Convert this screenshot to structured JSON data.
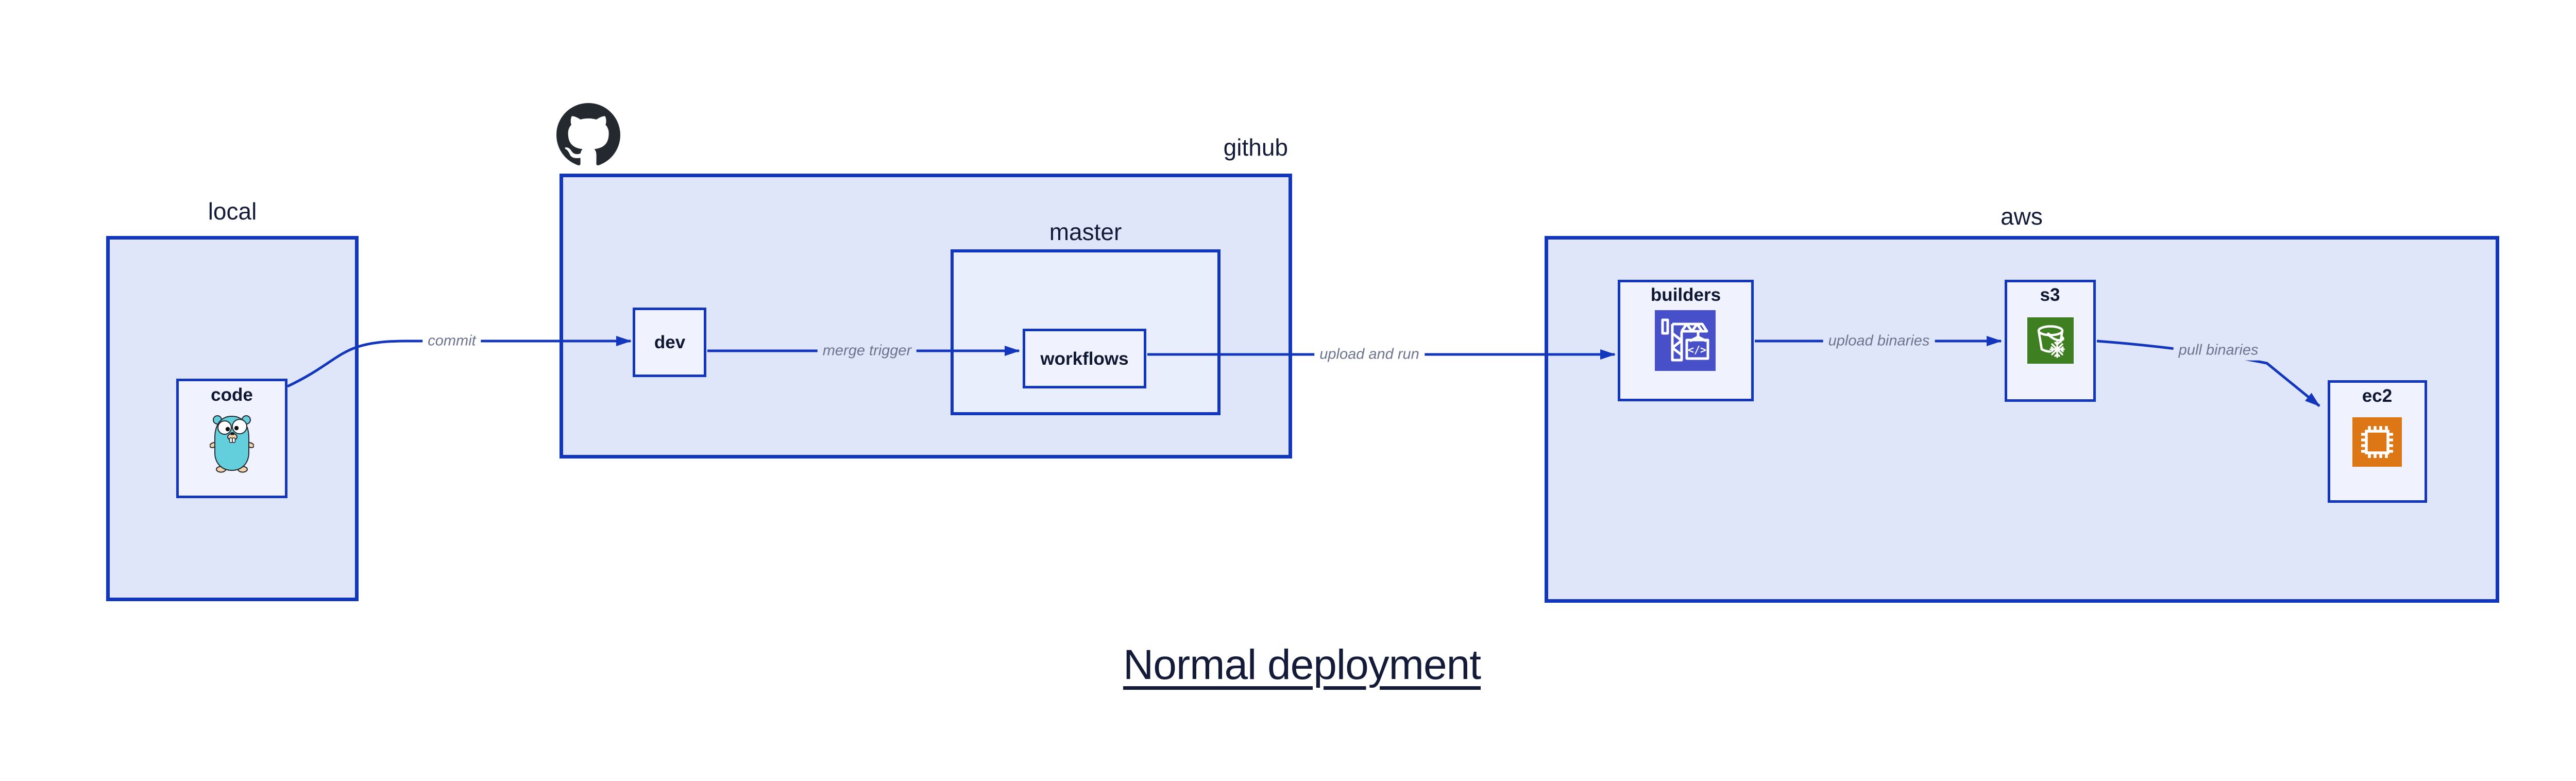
{
  "title": "Normal deployment",
  "containers": [
    {
      "id": "local",
      "label": "local"
    },
    {
      "id": "github",
      "label": "github"
    },
    {
      "id": "master",
      "label": "master"
    },
    {
      "id": "aws",
      "label": "aws"
    }
  ],
  "nodes": [
    {
      "id": "code",
      "label": "code",
      "icon": "go-gopher-icon"
    },
    {
      "id": "dev",
      "label": "dev",
      "icon": null
    },
    {
      "id": "workflows",
      "label": "workflows",
      "icon": null
    },
    {
      "id": "builders",
      "label": "builders",
      "icon": "aws-codebuild-icon"
    },
    {
      "id": "s3",
      "label": "s3",
      "icon": "aws-s3-bucket-icon"
    },
    {
      "id": "ec2",
      "label": "ec2",
      "icon": "aws-ec2-icon"
    }
  ],
  "edges": [
    {
      "from": "code",
      "to": "dev",
      "label": "commit"
    },
    {
      "from": "dev",
      "to": "workflows",
      "label": "merge trigger"
    },
    {
      "from": "workflows",
      "to": "builders",
      "label": "upload and run"
    },
    {
      "from": "builders",
      "to": "s3",
      "label": "upload binaries"
    },
    {
      "from": "s3",
      "to": "ec2",
      "label": "pull binaries"
    }
  ],
  "icons": {
    "github_mark": "github-octocat-icon",
    "codebuild_glyph": "</>"
  },
  "colors": {
    "background": "#ffffff",
    "border_and_arrows_blue": "#1237bd",
    "container_fill": "#dfe6f9",
    "nested_container_fill": "#e9eefc",
    "node_fill": "#f0f3fd",
    "heading_navy": "#131b38",
    "node_label_navy": "#0f1733",
    "edge_label_gray": "#6c7490",
    "octocat_black": "#24292f",
    "codebuild_purple": "#4750c8",
    "s3_green": "#3e7f21",
    "ec2_orange": "#dd7615",
    "gopher_teal": "#63cfdd",
    "gopher_beige": "#f2d3ac"
  }
}
